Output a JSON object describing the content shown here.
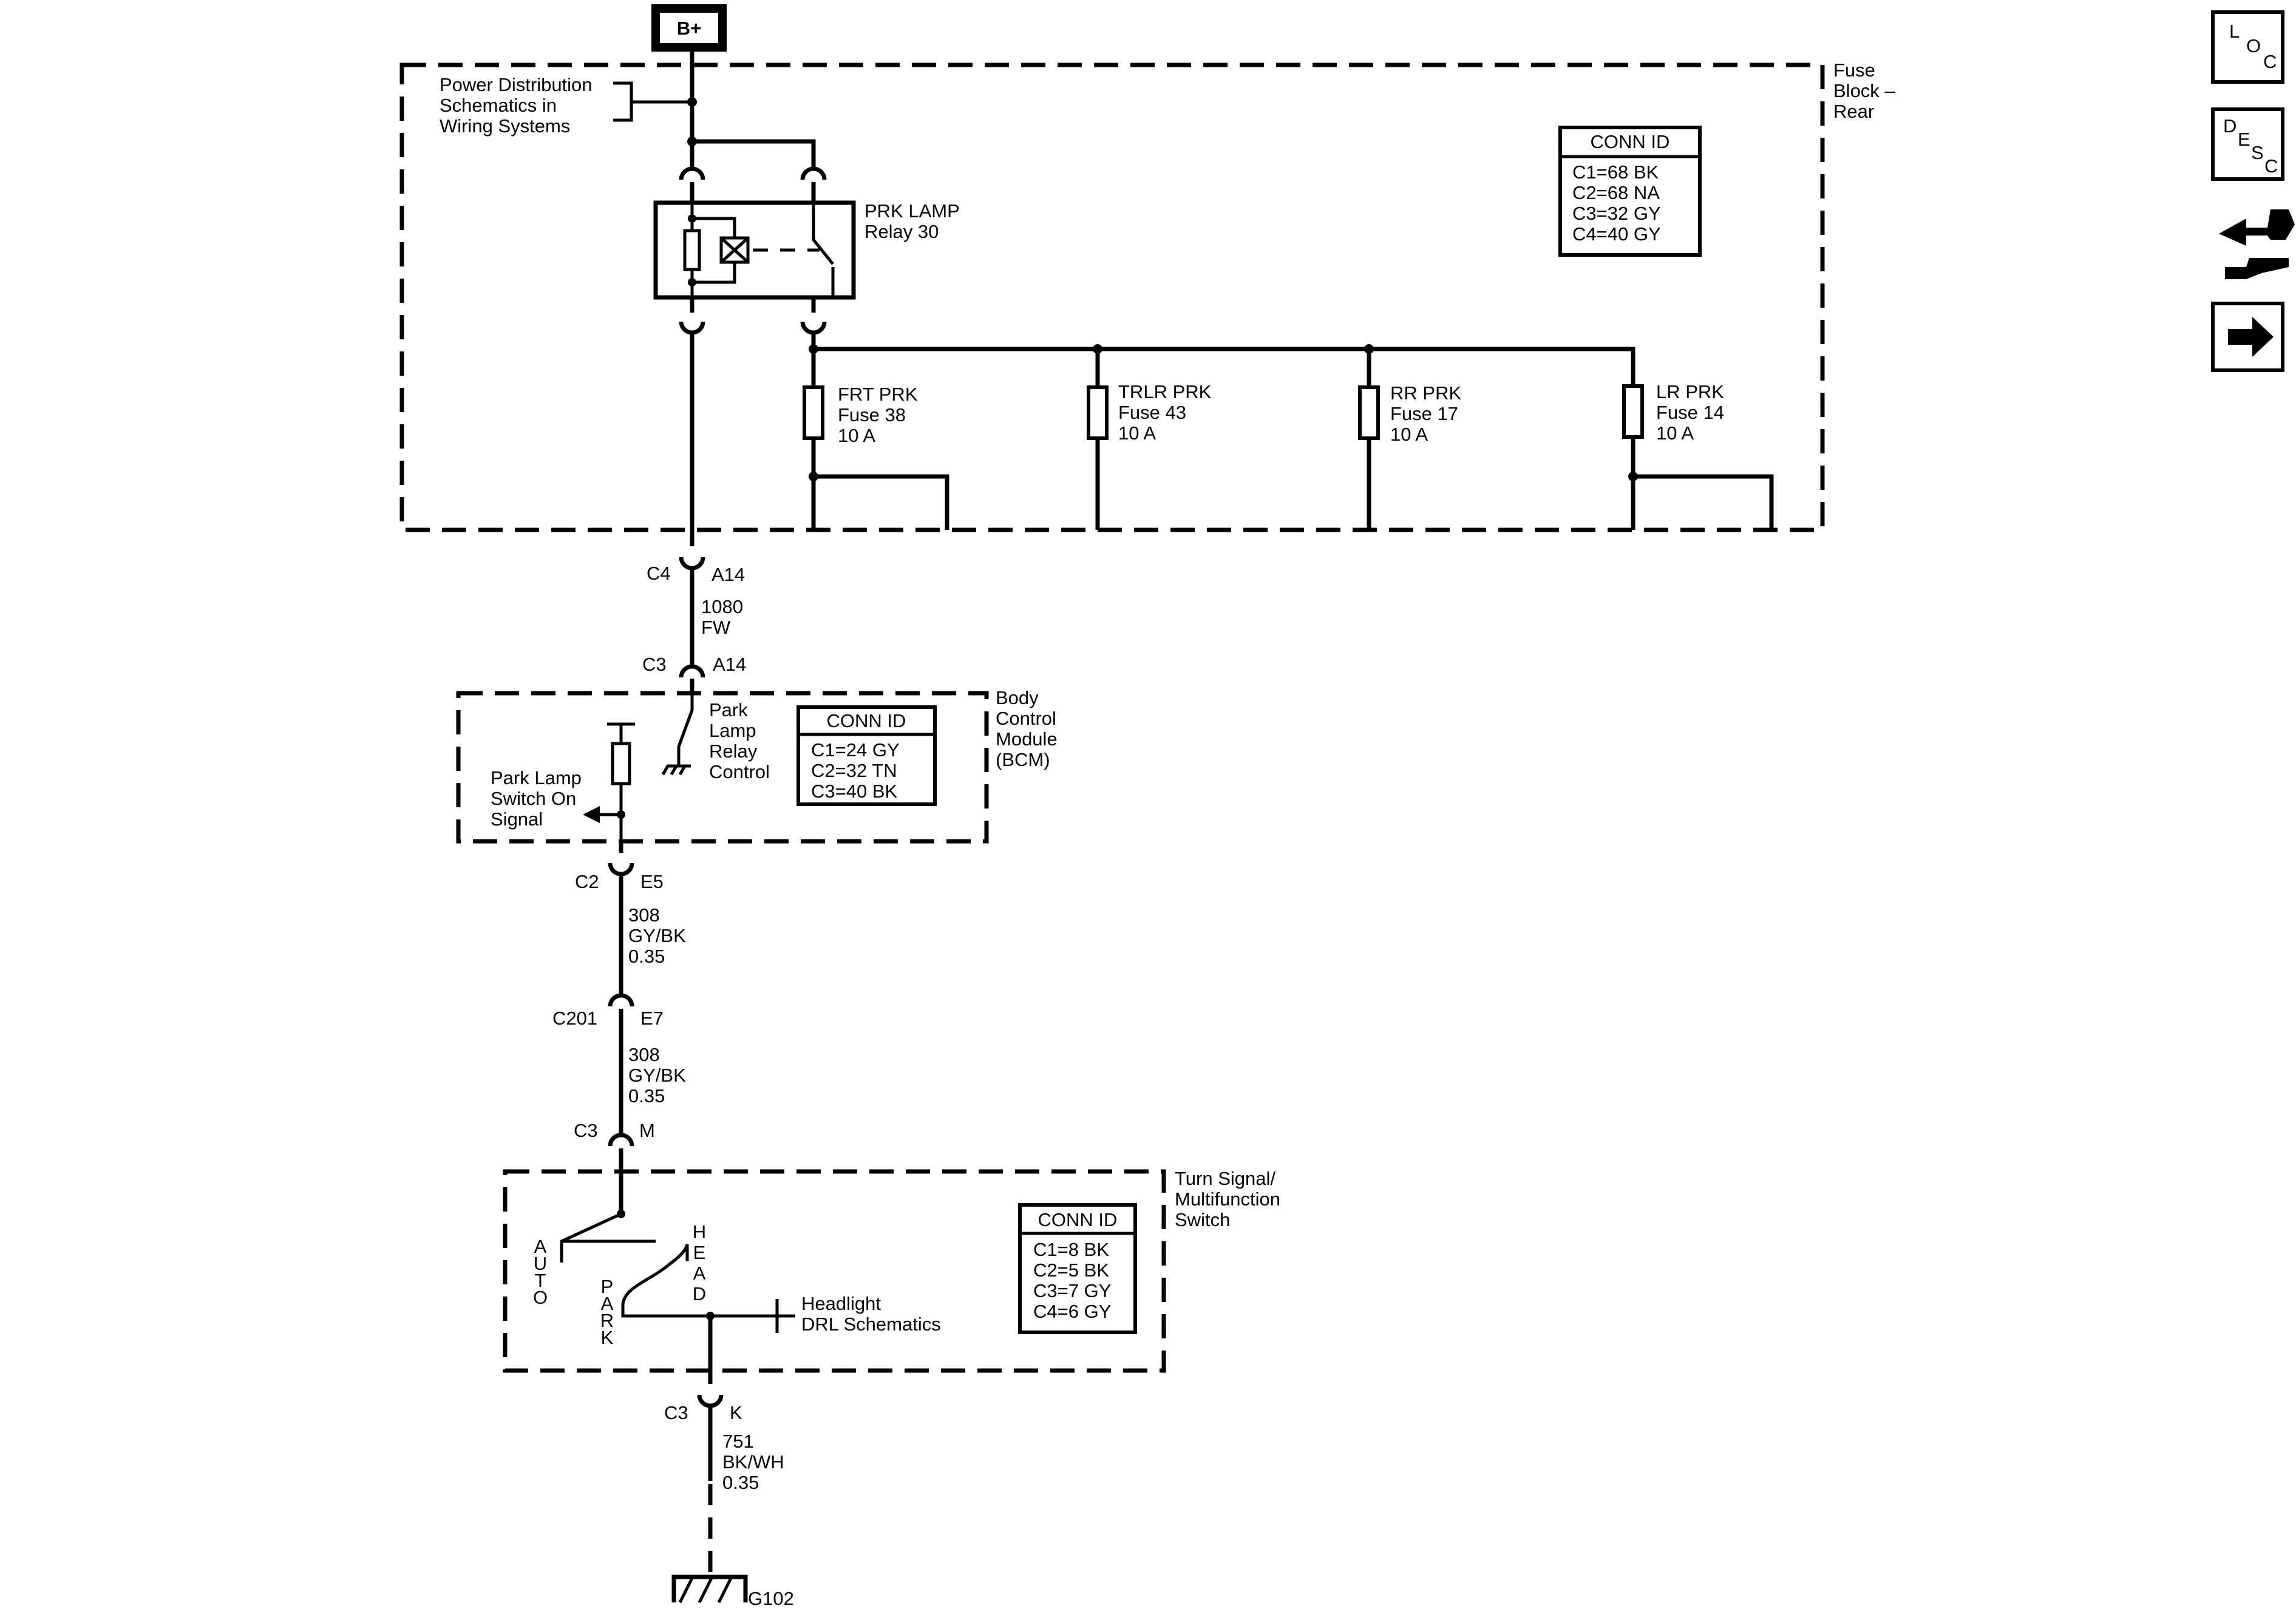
{
  "power": {
    "source": "B+",
    "distribution_ref": [
      "Power Distribution",
      "Schematics in",
      "Wiring Systems"
    ]
  },
  "fuse_block": {
    "title": [
      "Fuse",
      "Block –",
      "Rear"
    ],
    "conn_id": {
      "header": "CONN ID",
      "rows": [
        "C1=68 BK",
        "C2=68 NA",
        "C3=32 GY",
        "C4=40 GY"
      ]
    },
    "relay": {
      "name": "PRK LAMP",
      "number": "Relay 30"
    },
    "fuses": [
      {
        "name": "FRT PRK",
        "fuse": "Fuse 38",
        "rating": "10 A"
      },
      {
        "name": "TRLR PRK",
        "fuse": "Fuse 43",
        "rating": "10 A"
      },
      {
        "name": "RR PRK",
        "fuse": "Fuse 17",
        "rating": "10 A"
      },
      {
        "name": "LR PRK",
        "fuse": "Fuse 14",
        "rating": "10 A"
      }
    ]
  },
  "circuit_1080": {
    "top_conn": "C4",
    "top_pin": "A14",
    "number": "1080",
    "color": "FW",
    "bottom_conn": "C3",
    "bottom_pin": "A14"
  },
  "bcm": {
    "title": [
      "Body",
      "Control",
      "Module",
      "(BCM)"
    ],
    "relay_control": [
      "Park",
      "Lamp",
      "Relay",
      "Control"
    ],
    "switch_signal": [
      "Park Lamp",
      "Switch On",
      "Signal"
    ],
    "conn_id": {
      "header": "CONN ID",
      "rows": [
        "C1=24 GY",
        "C2=32 TN",
        "C3=40 BK"
      ]
    }
  },
  "circuit_308_a": {
    "conn": "C2",
    "pin": "E5",
    "number": "308",
    "color": "GY/BK",
    "size": "0.35"
  },
  "circuit_308_b": {
    "conn": "C201",
    "pin": "E7",
    "number": "308",
    "color": "GY/BK",
    "size": "0.35"
  },
  "c3_m": {
    "conn": "C3",
    "pin": "M"
  },
  "turn_signal_switch": {
    "title": [
      "Turn Signal/",
      "Multifunction",
      "Switch"
    ],
    "positions": {
      "auto": [
        "A",
        "U",
        "T",
        "O"
      ],
      "park": [
        "P",
        "A",
        "R",
        "K"
      ],
      "head": [
        "H",
        "E",
        "A",
        "D"
      ]
    },
    "headlight_ref": [
      "Headlight",
      "DRL Schematics"
    ],
    "conn_id": {
      "header": "CONN ID",
      "rows": [
        "C1=8 BK",
        "C2=5 BK",
        "C3=7 GY",
        "C4=6 GY"
      ]
    }
  },
  "circuit_751": {
    "conn": "C3",
    "pin": "K",
    "number": "751",
    "color": "BK/WH",
    "size": "0.35"
  },
  "ground": {
    "name": "G102"
  },
  "nav": {
    "loc": [
      "L",
      "O",
      "C"
    ],
    "desc": [
      "D",
      "E",
      "S",
      "C"
    ],
    "icons": [
      "connector-tools-icon",
      "next-arrow-icon"
    ]
  }
}
